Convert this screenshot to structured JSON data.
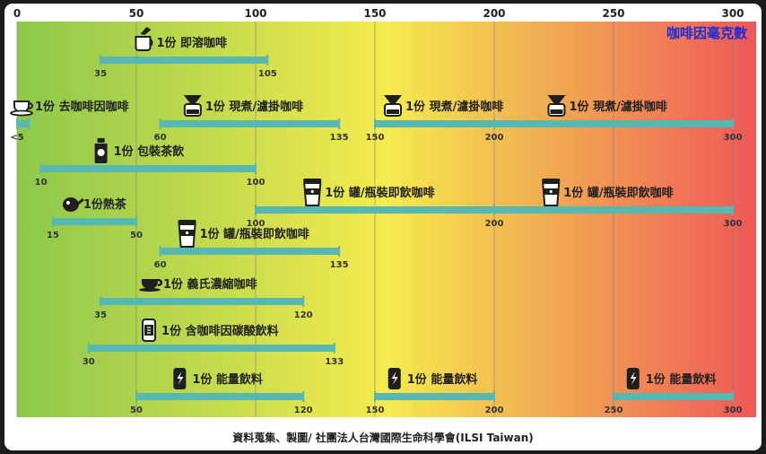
{
  "chart_data": {
    "type": "bar",
    "unit_label": "咖啡因毫克數",
    "source": "資料蒐集、製圖/ 社團法人台灣國際生命科學會(ILSI Taiwan)",
    "xlim": [
      0,
      300
    ],
    "xticks": [
      0,
      50,
      100,
      150,
      200,
      250,
      300
    ],
    "colors": {
      "bar": "#56b8b0",
      "grad_start": "#8cc84b",
      "grad_mid": "#f5eb4e",
      "grad_end": "#ee5858"
    },
    "rows": [
      {
        "items": [
          {
            "label": "1份 即溶咖啡",
            "icon": "instant-coffee-icon",
            "min": 35,
            "max": 105,
            "min_text": "35",
            "max_text": "105"
          }
        ]
      },
      {
        "items": [
          {
            "label": "1份 去咖啡因咖啡",
            "icon": "coffee-cup-icon",
            "min": 0,
            "max": 5,
            "min_text": "<5",
            "max_text": ""
          },
          {
            "label": "1份 現煮/濾掛咖啡",
            "icon": "drip-coffee-icon",
            "min": 60,
            "max": 135,
            "min_text": "60",
            "max_text": "135"
          },
          {
            "label": "1份 現煮/濾掛咖啡",
            "icon": "drip-coffee-icon",
            "min": 150,
            "max": 200,
            "min_text": "150",
            "max_text": "200",
            "continued": true
          },
          {
            "label": "1份 現煮/濾掛咖啡",
            "icon": "drip-coffee-icon",
            "min": 200,
            "max": 300,
            "min_text": "",
            "max_text": "300",
            "continued": true
          }
        ]
      },
      {
        "items": [
          {
            "label": "1份 包裝茶飲",
            "icon": "tea-bottle-icon",
            "min": 10,
            "max": 100,
            "min_text": "10",
            "max_text": "100"
          }
        ]
      },
      {
        "items": [
          {
            "label": "1份 罐/瓶裝即飲咖啡",
            "icon": "takeaway-cup-icon",
            "min": 100,
            "max": 200,
            "min_text": "100",
            "max_text": "200"
          },
          {
            "label": "1份 罐/瓶裝即飲咖啡",
            "icon": "takeaway-cup-icon",
            "min": 200,
            "max": 300,
            "min_text": "",
            "max_text": "300",
            "continued": true
          }
        ]
      },
      {
        "items": [
          {
            "label": "1份熱茶",
            "icon": "teapot-icon",
            "min": 15,
            "max": 50,
            "min_text": "15",
            "max_text": "50"
          }
        ]
      },
      {
        "items": [
          {
            "label": "1份 罐/瓶裝即飲咖啡",
            "icon": "takeaway-cup-icon",
            "min": 60,
            "max": 135,
            "min_text": "60",
            "max_text": "135"
          }
        ]
      },
      {
        "items": [
          {
            "label": "1份 義氏濃縮咖啡",
            "icon": "espresso-cup-icon",
            "min": 35,
            "max": 120,
            "min_text": "35",
            "max_text": "120"
          }
        ]
      },
      {
        "items": [
          {
            "label": "1份 含咖啡因碳酸飲料",
            "icon": "soda-can-icon",
            "min": 30,
            "max": 133,
            "min_text": "30",
            "max_text": "133"
          }
        ]
      },
      {
        "items": [
          {
            "label": "1份 能量飲料",
            "icon": "energy-drink-icon",
            "min": 50,
            "max": 120,
            "min_text": "50",
            "max_text": "120"
          },
          {
            "label": "1份 能量飲料",
            "icon": "energy-drink-icon",
            "min": 150,
            "max": 200,
            "min_text": "150",
            "max_text": "200",
            "continued": true
          },
          {
            "label": "1份 能量飲料",
            "icon": "energy-drink-icon",
            "min": 250,
            "max": 300,
            "min_text": "250",
            "max_text": "300",
            "continued": true
          }
        ]
      }
    ]
  }
}
